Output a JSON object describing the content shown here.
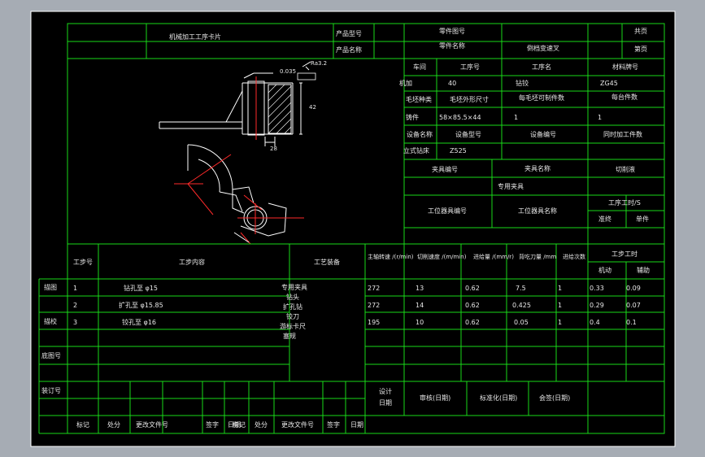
{
  "header": {
    "card_title": "机械加工工序卡片",
    "product_model_label": "产品型号",
    "product_name_label": "产品名称",
    "part_drawing_no_label": "零件图号",
    "part_name_label": "零件名称",
    "part_name_value": "倒档变速叉",
    "total_pages_label": "共页",
    "page_no_label": "第页"
  },
  "info": {
    "workshop_label": "车间",
    "op_no_label": "工序号",
    "op_name_label": "工序名",
    "material_label": "材料牌号",
    "workshop_value": "机加",
    "op_no_value": "40",
    "op_name_value": "钻铰",
    "material_value": "ZG45",
    "blank_type_label": "毛坯种类",
    "blank_size_label": "毛坯外形尺寸",
    "blanks_per_label": "每毛坯可制件数",
    "parts_per_label": "每台件数",
    "blank_type_value": "铸件",
    "blank_size_value": "58×85.5×44",
    "blanks_per_value": "1",
    "parts_per_value": "1",
    "equip_name_label": "设备名称",
    "equip_model_label": "设备型号",
    "equip_no_label": "设备编号",
    "simul_label": "同时加工件数",
    "equip_name_value": "立式钻床",
    "equip_model_value": "Z525",
    "fixture_no_label": "夹具编号",
    "fixture_name_label": "夹具名称",
    "coolant_label": "切削液",
    "fixture_name_value": "专用夹具",
    "station_tool_no_label": "工位器具编号",
    "station_tool_name_label": "工位器具名称",
    "op_hours_label": "工序工时/S",
    "prep_label": "准终",
    "unit_label": "单件"
  },
  "drawing": {
    "roughness_label": "Ra3.2",
    "tol_label": "0.035",
    "dim_h_label": "42",
    "dim_w_label": "28"
  },
  "steps": {
    "headers": {
      "step_no": "工步号",
      "content": "工步内容",
      "equipment": "工艺装备",
      "speed": "主轴转速 /(r/min)",
      "cut_speed": "切削速度 /(m/min)",
      "feed": "进给量 /(mm/r)",
      "depth": "背吃刀量 /mm",
      "passes": "进给次数",
      "hours": "工步工时",
      "machine": "机动",
      "aux": "辅助"
    },
    "rows": [
      {
        "no": "1",
        "content": "钻孔至 φ15",
        "speed": "272",
        "cut_speed": "13",
        "feed": "0.62",
        "depth": "7.5",
        "passes": "1",
        "machine": "0.33",
        "aux": "0.09"
      },
      {
        "no": "2",
        "content": "扩孔至 φ15.85",
        "speed": "272",
        "cut_speed": "14",
        "feed": "0.62",
        "depth": "0.425",
        "passes": "1",
        "machine": "0.29",
        "aux": "0.07"
      },
      {
        "no": "3",
        "content": "铰孔至 φ16",
        "speed": "195",
        "cut_speed": "10",
        "feed": "0.62",
        "depth": "0.05",
        "passes": "1",
        "machine": "0.4",
        "aux": "0.1"
      }
    ],
    "equipment_lines": [
      "专用夹具",
      "钻头",
      "扩孔钻",
      "铰刀",
      "游标卡尺",
      "塞规"
    ]
  },
  "left_labels": {
    "trace": "描图",
    "check": "描校",
    "base_no": "底图号",
    "binding_no": "装订号"
  },
  "sign": {
    "design": "设计",
    "design_date": "日期",
    "review": "审核(日期)",
    "standard": "标准化(日期)",
    "countersign": "会签(日期)",
    "mark": "标记",
    "count": "处分",
    "change_doc": "更改文件号",
    "signature": "签字",
    "date": "日期"
  },
  "colors": {
    "background": "#a6acb4",
    "paper": "#000000",
    "line": "#19d919",
    "text": "#e8e8e8",
    "centerline": "#ff2a2a"
  }
}
